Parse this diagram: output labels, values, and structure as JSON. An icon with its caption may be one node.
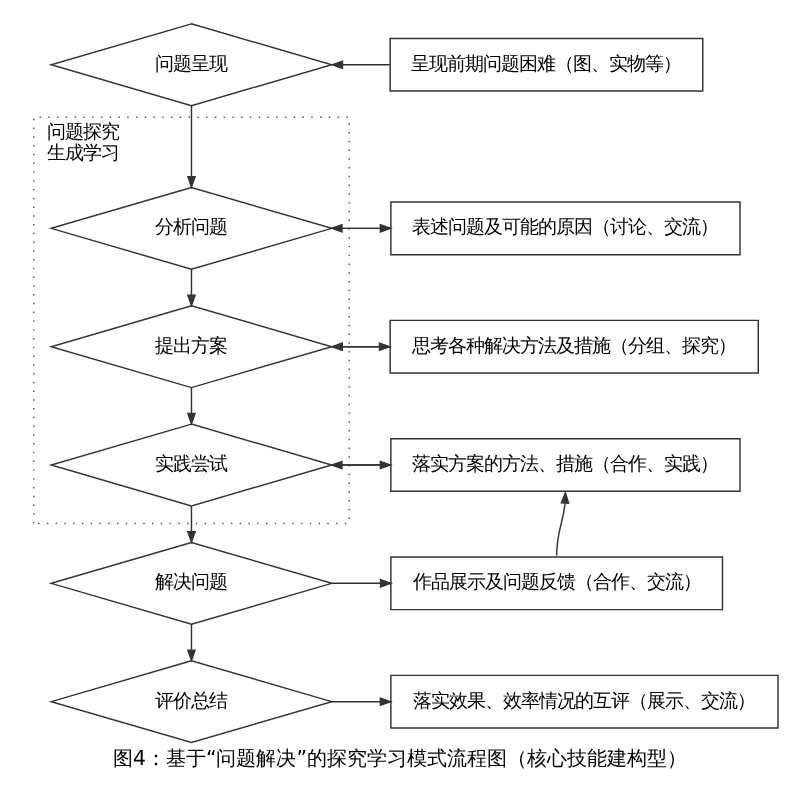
{
  "diagram": {
    "caption": "图4：基于“问题解决”的探究学习模式流程图（核心技能建构型）",
    "nodes": [
      {
        "text": [
          "问题呈现"
        ]
      },
      {
        "text": [
          "呈现前期问题困难（图、实物等）"
        ]
      },
      {
        "text": [
          "问题探究",
          "生成学习"
        ]
      },
      {
        "text": [
          "分析问题"
        ],
        "in": 2
      },
      {
        "text": [
          "表述问题及可能的原因（讨论、交流）"
        ]
      },
      {
        "text": [
          "提出方案"
        ],
        "in": 2
      },
      {
        "text": [
          "思考各种解决方法及措施（分组、探究）"
        ]
      },
      {
        "text": [
          "实践尝试"
        ],
        "in": 2
      },
      {
        "text": [
          "落实方案的方法、措施（合作、实践）"
        ]
      },
      {
        "text": [
          "解决问题"
        ]
      },
      {
        "text": [
          "作品展示及问题反馈（合作、交流）"
        ]
      },
      {
        "text": [
          "评价总结"
        ]
      },
      {
        "text": [
          "落实效果、效率情况的互评（展示、交流）"
        ]
      }
    ],
    "edges": [
      {
        "from": 1,
        "to": 0,
        "arrow": "to"
      },
      {
        "from": 0,
        "to": 3,
        "arrow": "to"
      },
      {
        "from": 3,
        "to": 4,
        "arrow": "to"
      },
      {
        "from": 4,
        "to": 3,
        "arrow": "to"
      },
      {
        "from": 3,
        "to": 5,
        "arrow": "to"
      },
      {
        "from": 5,
        "to": 6,
        "arrow": "to"
      },
      {
        "from": 6,
        "to": 5,
        "arrow": "to"
      },
      {
        "from": 5,
        "to": 7,
        "arrow": "to"
      },
      {
        "from": 7,
        "to": 8,
        "arrow": "to"
      },
      {
        "from": 8,
        "to": 7,
        "arrow": "to"
      },
      {
        "from": 7,
        "to": 9,
        "arrow": "to"
      },
      {
        "from": 9,
        "to": 10,
        "arrow": "to"
      },
      {
        "from": 10,
        "to": 8,
        "arrow": "to"
      },
      {
        "from": 9,
        "to": 11,
        "arrow": "to"
      },
      {
        "from": 11,
        "to": 12,
        "arrow": "to"
      }
    ]
  }
}
